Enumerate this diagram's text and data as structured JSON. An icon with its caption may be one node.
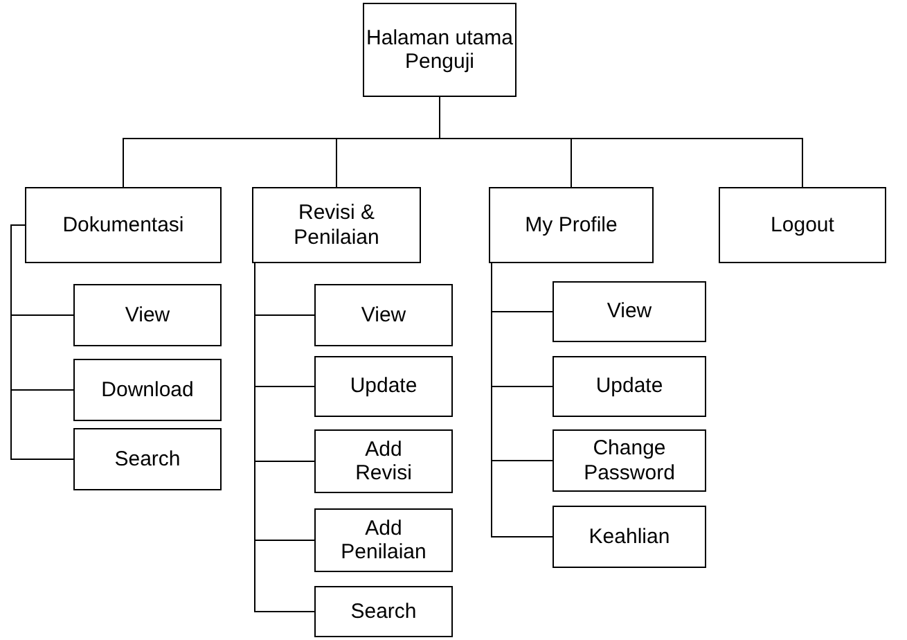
{
  "diagram": {
    "nodes": [
      {
        "text": [
          "Halaman utama Penguji"
        ]
      },
      {
        "text": [
          "Dokumentasi"
        ]
      },
      {
        "text": [
          "View"
        ]
      },
      {
        "text": [
          "Download"
        ]
      },
      {
        "text": [
          "Search"
        ]
      },
      {
        "text": [
          "Revisi & Penilaian"
        ]
      },
      {
        "text": [
          "View"
        ]
      },
      {
        "text": [
          "Update"
        ]
      },
      {
        "text": [
          "Add Revisi"
        ]
      },
      {
        "text": [
          "Add Penilaian"
        ]
      },
      {
        "text": [
          "Search"
        ]
      },
      {
        "text": [
          "My Profile"
        ]
      },
      {
        "text": [
          "View"
        ]
      },
      {
        "text": [
          "Update"
        ]
      },
      {
        "text": [
          "Change Password"
        ]
      },
      {
        "text": [
          "Keahlian"
        ]
      },
      {
        "text": [
          "Logout"
        ]
      }
    ],
    "edges": [
      {
        "from": 0,
        "to": 1,
        "arrow": "none"
      },
      {
        "from": 0,
        "to": 5,
        "arrow": "none"
      },
      {
        "from": 0,
        "to": 11,
        "arrow": "none"
      },
      {
        "from": 0,
        "to": 16,
        "arrow": "none"
      },
      {
        "from": 1,
        "to": 2,
        "arrow": "none"
      },
      {
        "from": 1,
        "to": 3,
        "arrow": "none"
      },
      {
        "from": 1,
        "to": 4,
        "arrow": "none"
      },
      {
        "from": 5,
        "to": 6,
        "arrow": "none"
      },
      {
        "from": 5,
        "to": 7,
        "arrow": "none"
      },
      {
        "from": 5,
        "to": 8,
        "arrow": "none"
      },
      {
        "from": 5,
        "to": 9,
        "arrow": "none"
      },
      {
        "from": 5,
        "to": 10,
        "arrow": "none"
      },
      {
        "from": 11,
        "to": 12,
        "arrow": "none"
      },
      {
        "from": 11,
        "to": 13,
        "arrow": "none"
      },
      {
        "from": 11,
        "to": 14,
        "arrow": "none"
      },
      {
        "from": 11,
        "to": 15,
        "arrow": "none"
      }
    ]
  }
}
